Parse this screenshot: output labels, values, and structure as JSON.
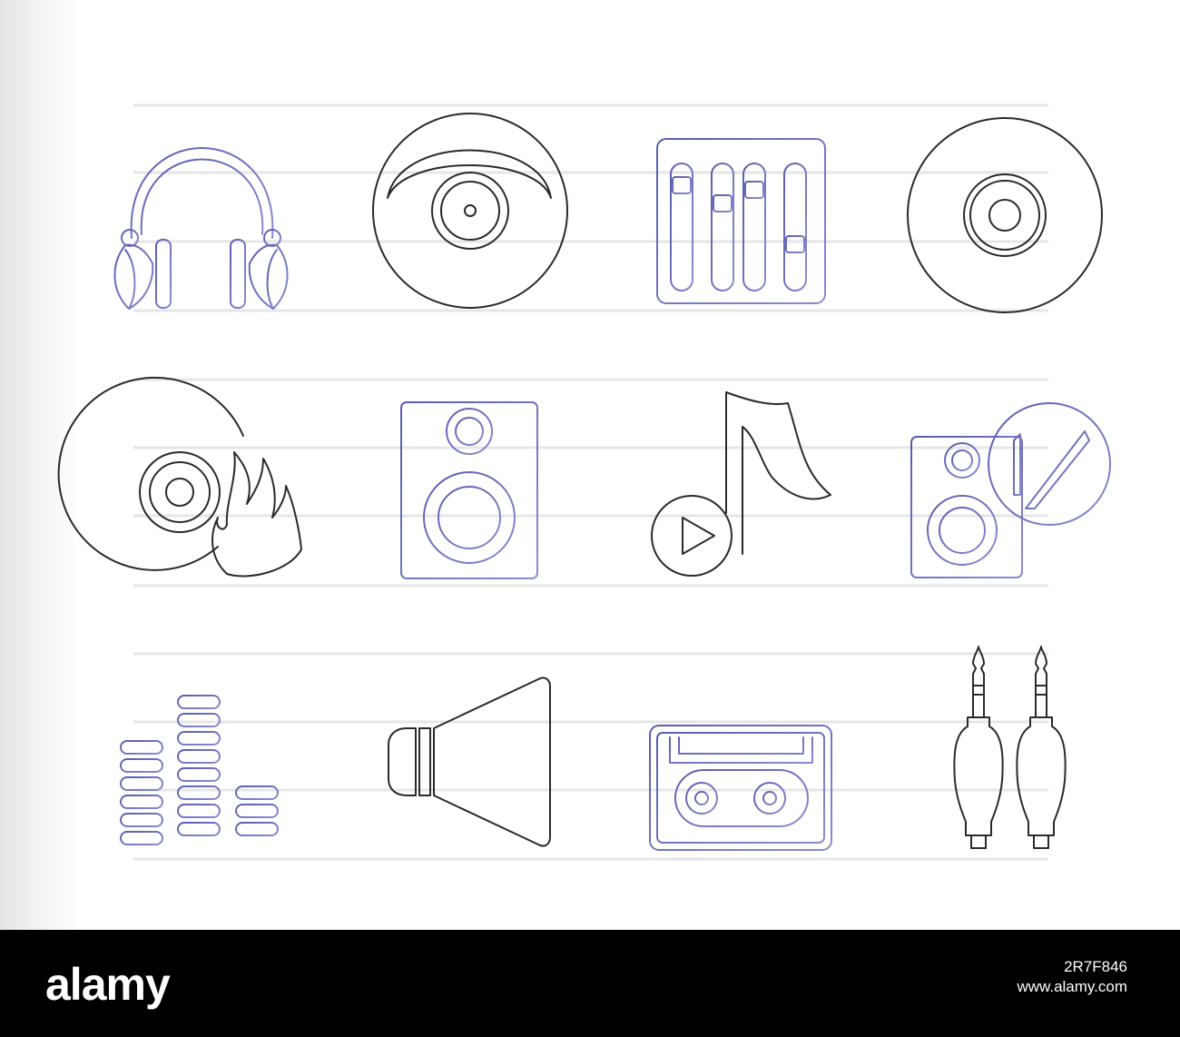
{
  "colors": {
    "background": "#ffffff",
    "left_shade": "#e4e4e4",
    "guide_lines": "#e6e6e6",
    "icon_gradient_start": "#5a5cb0",
    "icon_gradient_end": "#8a8cd0",
    "black_line": "#2a2a2a",
    "footer_background": "#000000",
    "footer_text": "#ffffff"
  },
  "icons": [
    {
      "name": "headphones-icon",
      "style": "blue"
    },
    {
      "name": "vinyl-record-icon",
      "style": "black"
    },
    {
      "name": "mixer-sliders-icon",
      "style": "blue"
    },
    {
      "name": "compact-disc-icon",
      "style": "black"
    },
    {
      "name": "burning-disc-icon",
      "style": "black"
    },
    {
      "name": "loudspeaker-icon",
      "style": "blue"
    },
    {
      "name": "music-note-play-icon",
      "style": "black"
    },
    {
      "name": "speaker-mute-icon",
      "style": "blue"
    },
    {
      "name": "equalizer-bars-icon",
      "style": "blue"
    },
    {
      "name": "megaphone-speaker-icon",
      "style": "black"
    },
    {
      "name": "cassette-tape-icon",
      "style": "blue"
    },
    {
      "name": "audio-jack-plugs-icon",
      "style": "black"
    }
  ],
  "footer": {
    "brand": "alamy",
    "image_id": "2R7F846",
    "website": "www.alamy.com"
  }
}
